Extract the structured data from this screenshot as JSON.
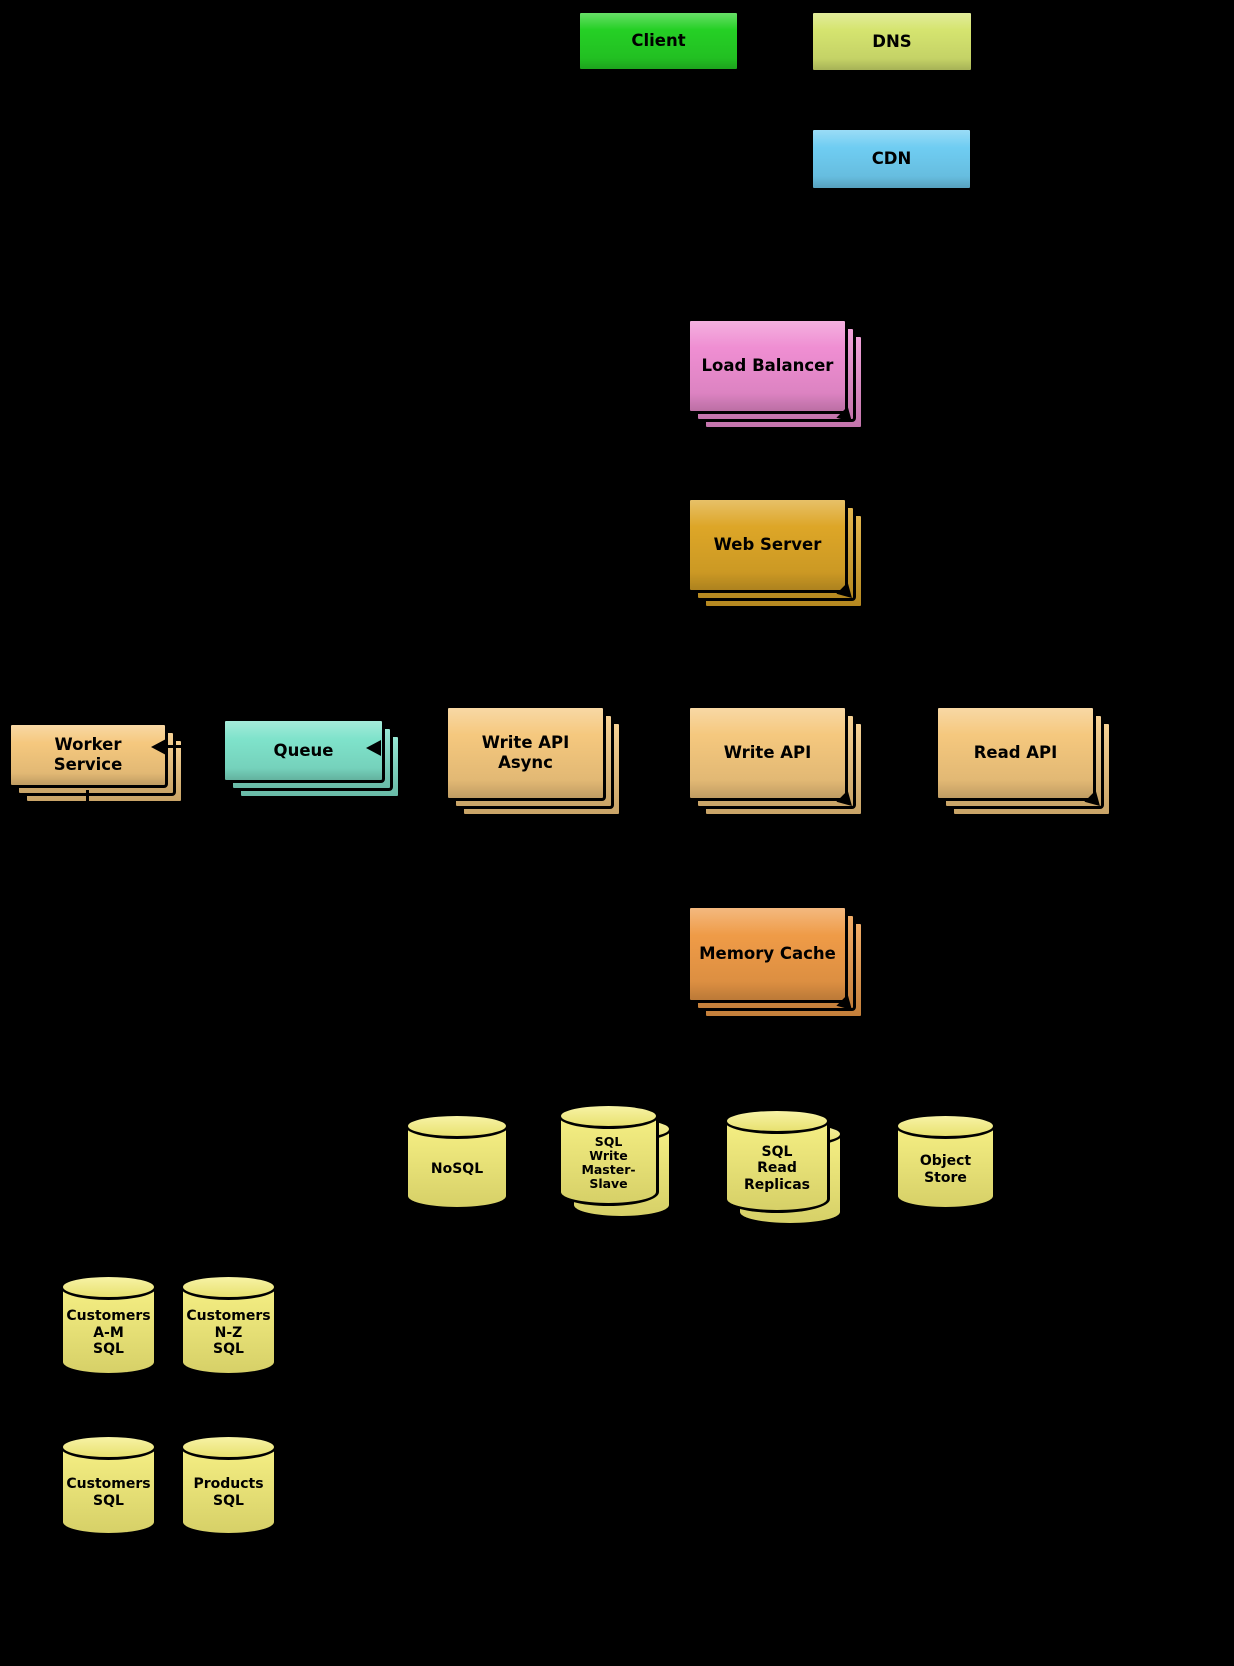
{
  "colors": {
    "background": "#000000",
    "client": "#25d025",
    "dns": "#d5e46f",
    "cdn": "#6fcdf2",
    "load_balancer": "#ef8ed2",
    "web_server": "#dda627",
    "api": "#f5c87e",
    "queue": "#7fe3cb",
    "memory_cache": "#ef9b47",
    "database": "#f4ed76",
    "border": "#000000",
    "text": "#000000"
  },
  "nodes": {
    "client": {
      "label": "Client",
      "type": "box"
    },
    "dns": {
      "label": "DNS",
      "type": "box"
    },
    "cdn": {
      "label": "CDN",
      "type": "box"
    },
    "load_balancer": {
      "label": "Load Balancer",
      "type": "stacked-box"
    },
    "web_server": {
      "label": "Web Server",
      "type": "stacked-box"
    },
    "worker_service": {
      "label": "Worker\nService",
      "type": "stacked-box"
    },
    "queue": {
      "label": "Queue",
      "type": "stacked-box"
    },
    "write_api_async": {
      "label": "Write API\nAsync",
      "type": "stacked-box"
    },
    "write_api": {
      "label": "Write API",
      "type": "stacked-box"
    },
    "read_api": {
      "label": "Read API",
      "type": "stacked-box"
    },
    "memory_cache": {
      "label": "Memory Cache",
      "type": "stacked-box"
    },
    "nosql": {
      "label": "NoSQL",
      "type": "cylinder"
    },
    "sql_write_master_slave": {
      "label": "SQL\nWrite\nMaster-\nSlave",
      "type": "stacked-cylinder"
    },
    "sql_read_replicas": {
      "label": "SQL\nRead\nReplicas",
      "type": "stacked-cylinder"
    },
    "object_store": {
      "label": "Object\nStore",
      "type": "cylinder"
    },
    "customers_am_sql": {
      "label": "Customers\nA-M\nSQL",
      "type": "cylinder"
    },
    "customers_nz_sql": {
      "label": "Customers\nN-Z\nSQL",
      "type": "cylinder"
    },
    "customers_sql": {
      "label": "Customers\nSQL",
      "type": "cylinder"
    },
    "products_sql": {
      "label": "Products\nSQL",
      "type": "cylinder"
    }
  }
}
